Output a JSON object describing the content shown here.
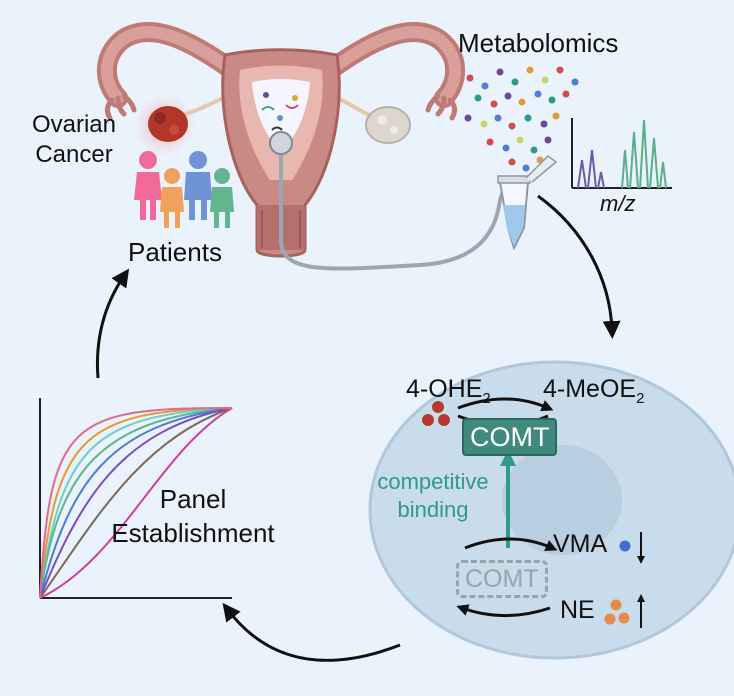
{
  "labels": {
    "ovarian_cancer_line1": "Ovarian",
    "ovarian_cancer_line2": "Cancer",
    "patients": "Patients",
    "metabolomics": "Metabolomics",
    "mz": "m/z",
    "panel_line1": "Panel",
    "panel_line2": "Establishment",
    "oh_e2": "4-OHE",
    "oh_e2_sub": "2",
    "meo_e2": "4-MeOE",
    "meo_e2_sub": "2",
    "comt": "COMT",
    "comt_inactive": "COMT",
    "competitive_line1": "competitive",
    "competitive_line2": "binding",
    "vma": "VMA",
    "ne": "NE"
  },
  "colors": {
    "background": "#eaf2fb",
    "cell": "#c9dceb",
    "nucleus": "#b8cfe0",
    "teal": "#2e9a88",
    "comt_box": "#3f8a7c",
    "uterus": "#c98a85",
    "tumor": "#b2372a"
  },
  "icons": {
    "arrow_down": "down-arrow-icon",
    "arrow_up": "up-arrow-icon"
  }
}
